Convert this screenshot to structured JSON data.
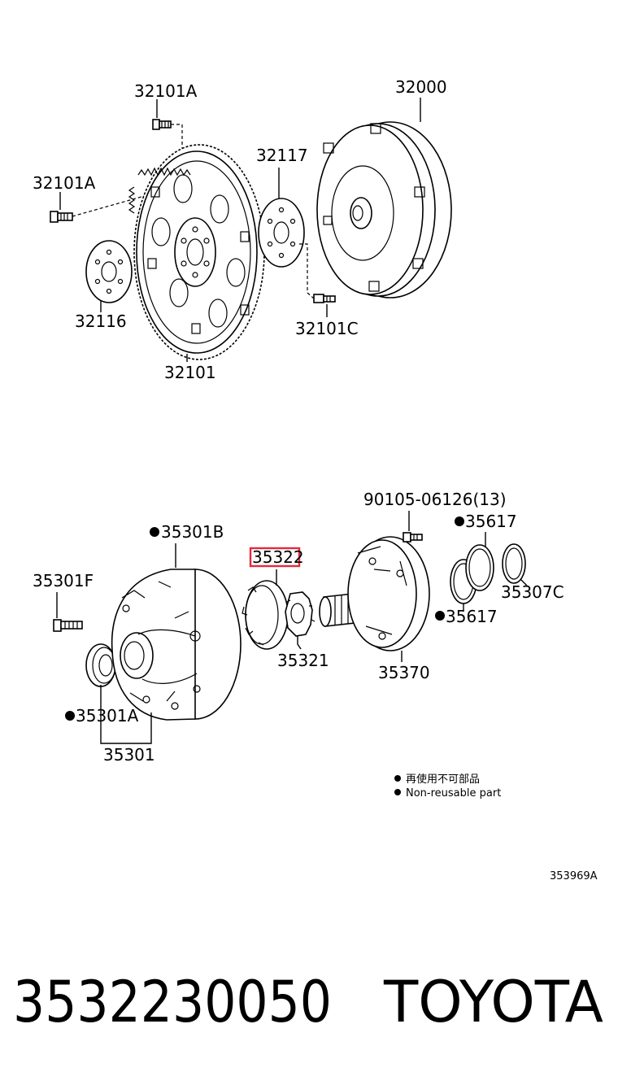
{
  "diagram": {
    "callouts": {
      "p32101A_top": "32101A",
      "p32000": "32000",
      "p32117": "32117",
      "p32101A_left": "32101A",
      "p32116": "32116",
      "p32101C": "32101C",
      "p32101": "32101",
      "p90105": "90105-06126(13)",
      "p35617_top": "35617",
      "p35301B": "35301B",
      "p35322": "35322",
      "p35301F": "35301F",
      "p35307C": "35307C",
      "p35617_bot": "35617",
      "p35321": "35321",
      "p35370": "35370",
      "p35301A": "35301A",
      "p35301": "35301"
    },
    "highlight_color": "#e8283c",
    "legend": {
      "line_jp": "再使用不可部品",
      "line_en": "Non-reusable part"
    },
    "illustration_ref": "353969A"
  },
  "footer": {
    "part_number": "3532230050",
    "brand": "TOYOTA"
  }
}
